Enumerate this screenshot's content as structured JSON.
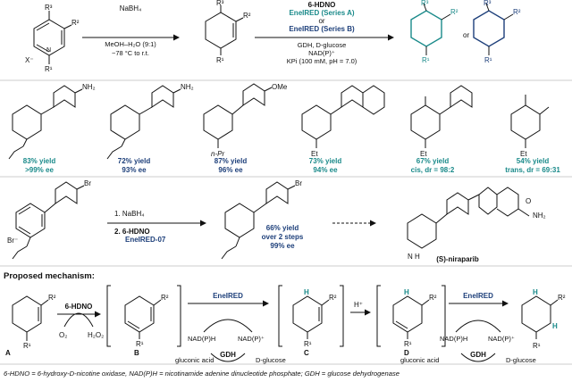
{
  "top": {
    "reagent1": "NaBH₄",
    "cond1a": "MeOH–H₂O (9:1)",
    "cond1b": "−78 °C to r.t.",
    "enz_title": "6-HDNO",
    "enz_a": "EneIRED (Series A)",
    "or": "or",
    "enz_b": "EneIRED (Series B)",
    "gdh": "GDH, D-glucose",
    "nadp": "NAD(P)⁺",
    "kpi": "KPi (100 mM, pH = 7.0)",
    "or2": "or",
    "counterion": "X⁻"
  },
  "labels": {
    "r1": "R¹",
    "r2": "R²",
    "r3": "R³",
    "nh2": "NH₂",
    "ome": "OMe",
    "npr": "n-Pr",
    "et": "Et",
    "br": "Br",
    "brm": "Br⁻",
    "a": "A",
    "b": "B",
    "c": "C",
    "d": "D",
    "h": "H",
    "hplus": "H⁺",
    "conh2": "NH₂",
    "o": "O",
    "n": "N",
    "nh": "N",
    "hh": "H"
  },
  "products": [
    {
      "line1": "83% yield",
      "line2": ">99% ee",
      "color": "#1a8a8a"
    },
    {
      "line1": "72% yield",
      "line2": "93% ee",
      "color": "#1d3f7a"
    },
    {
      "line1": "87% yield",
      "line2": "96% ee",
      "color": "#1d3f7a"
    },
    {
      "line1": "73% yield",
      "line2": "94% ee",
      "color": "#1a8a8a"
    },
    {
      "line1": "67% yield",
      "line2": "cis, dr = 98:2",
      "color": "#1a8a8a"
    },
    {
      "line1": "54% yield",
      "line2": "trans, dr = 69:31",
      "color": "#1a8a8a"
    }
  ],
  "synthesis": {
    "step1": "1. NaBH₄",
    "step2": "2. 6-HDNO",
    "enzyme": "EneIRED-07",
    "y1": "66% yield",
    "y2": "over 2 steps",
    "y3": "99% ee",
    "product": "(S)-niraparib"
  },
  "mechanism": {
    "title": "Proposed mechanism:",
    "hdno": "6-HDNO",
    "o2": "O₂",
    "h2o2": "H₂O₂",
    "eneired1": "EneIRED",
    "nadph1": "NAD(P)H",
    "nadp1": "NAD(P)⁺",
    "gdh1": "GDH",
    "gluconic1": "gluconic acid",
    "glucose1": "D-glucose",
    "eneired2": "EneIRED",
    "nadph2": "NAD(P)H",
    "nadp2": "NAD(P)⁺",
    "gdh2": "GDH",
    "gluconic2": "gluconic acid",
    "glucose2": "D-glucose"
  },
  "footnote": "6-HDNO = 6-hydroxy-D-nicotine oxidase, NAD(P)H = nicotinamide adenine dinucleotide phosphate; GDH = glucose dehydrogenase"
}
